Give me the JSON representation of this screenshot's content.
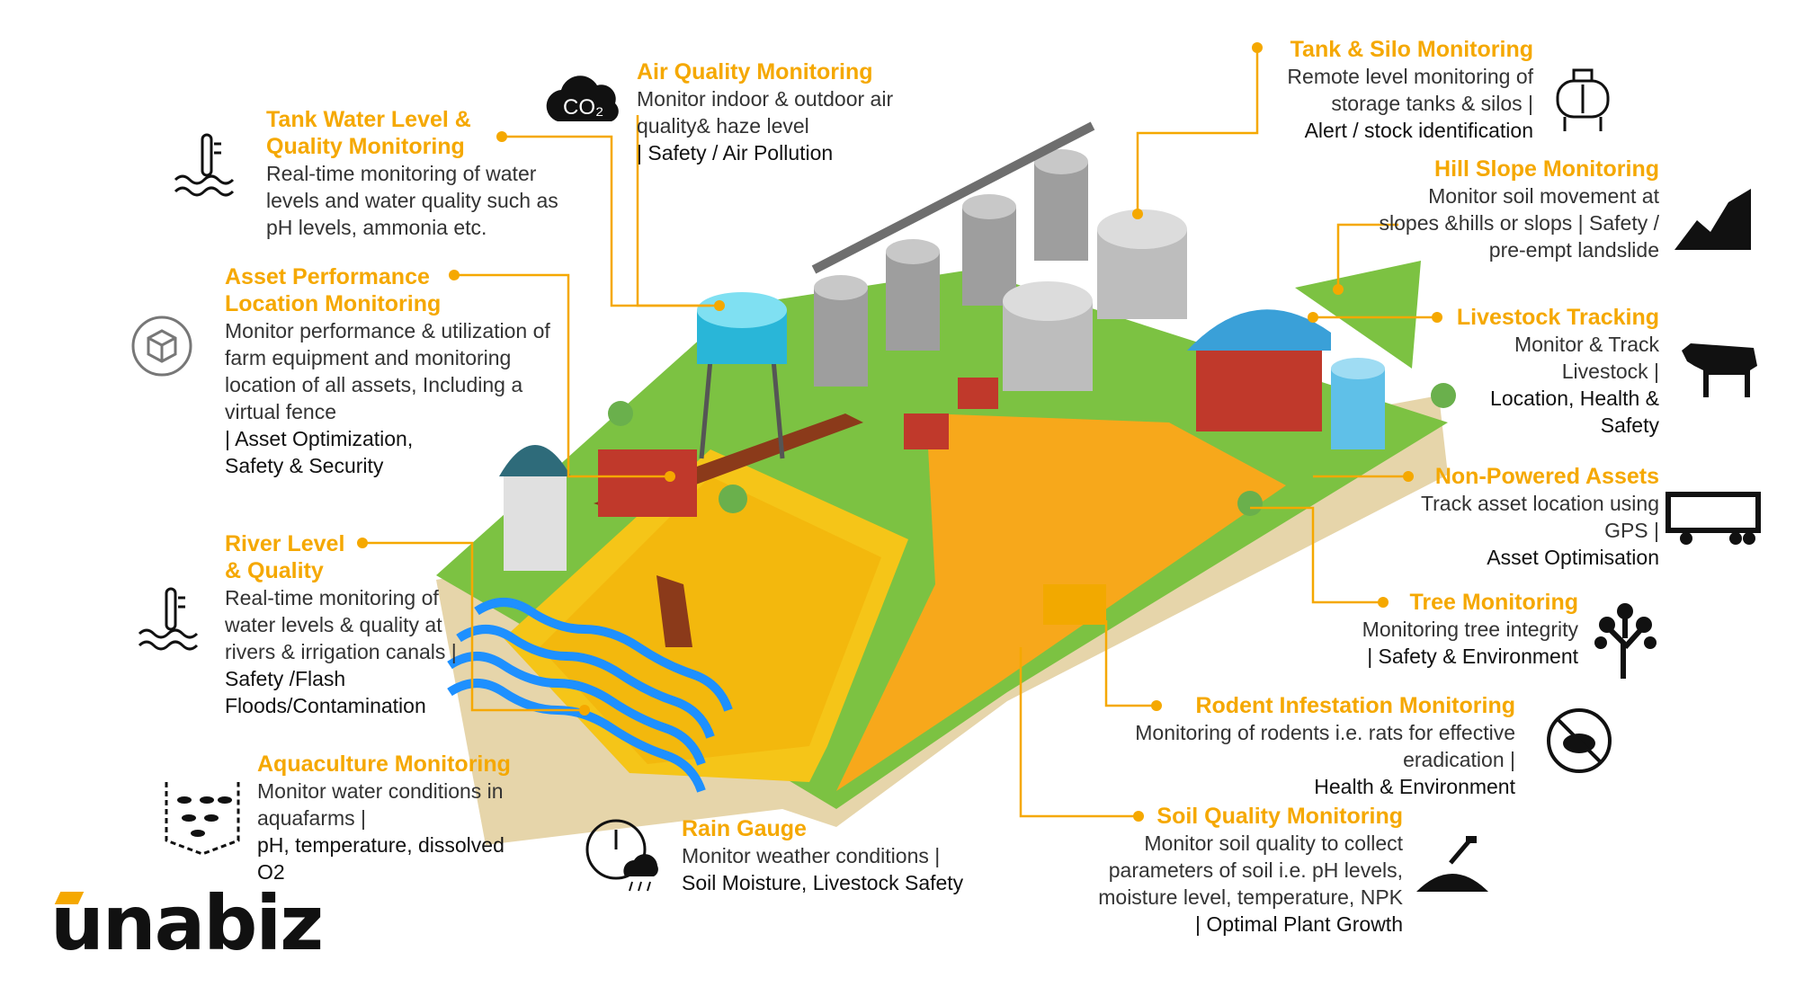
{
  "brand": {
    "name": "unabiz",
    "accent": "#f5a800"
  },
  "callouts": {
    "tank_water": {
      "title": "Tank Water Level & Quality Monitoring",
      "desc": "Real-time monitoring of water levels and water quality such as pH levels, ammonia etc.",
      "tag": "",
      "icon": "thermometer-water-icon"
    },
    "air_quality": {
      "title": "Air Quality Monitoring",
      "desc": "Monitor indoor & outdoor air quality& haze level",
      "tag": "| Safety / Air Pollution",
      "icon": "co2-cloud-icon"
    },
    "tank_silo": {
      "title": "Tank & Silo Monitoring",
      "desc": "Remote level monitoring of storage tanks & silos |",
      "tag": "Alert / stock identification",
      "icon": "silo-tank-icon"
    },
    "hill_slope": {
      "title": "Hill Slope Monitoring",
      "desc": "Monitor soil movement at slopes &hills or slops | Safety / pre-empt landslide",
      "tag": "",
      "icon": "mountain-icon"
    },
    "asset_perf": {
      "title": "Asset Performance Location Monitoring",
      "desc": "Monitor performance & utilization of farm equipment and monitoring location of all assets, Including a virtual fence",
      "tag": "| Asset  Optimization, Safety & Security",
      "icon": "asset-cube-icon"
    },
    "livestock": {
      "title": "Livestock Tracking",
      "desc": "Monitor & Track Livestock |",
      "tag": "Location, Health & Safety",
      "icon": "cow-icon"
    },
    "non_powered": {
      "title": "Non-Powered Assets",
      "desc": "Track asset location using GPS |",
      "tag": "Asset Optimisation",
      "icon": "trailer-icon"
    },
    "river": {
      "title": "River Level & Quality",
      "desc": "Real-time monitoring of water levels & quality at rivers & irrigation canals |",
      "tag": "Safety /Flash Floods/Contamination",
      "icon": "thermometer-water-icon"
    },
    "tree": {
      "title": "Tree Monitoring",
      "desc": "Monitoring tree integrity",
      "tag": "| Safety & Environment",
      "icon": "tree-icon"
    },
    "rodent": {
      "title": "Rodent Infestation Monitoring",
      "desc": "Monitoring of rodents i.e. rats for effective eradication |",
      "tag": "Health & Environment",
      "icon": "no-rodent-icon"
    },
    "aquaculture": {
      "title": "Aquaculture Monitoring",
      "desc": "Monitor water conditions in aquafarms |",
      "tag": "pH, temperature, dissolved O2",
      "icon": "fish-net-icon"
    },
    "rain": {
      "title": "Rain Gauge",
      "desc": "Monitor weather conditions |",
      "tag": "Soil Moisture, Livestock Safety",
      "icon": "rain-gauge-icon"
    },
    "soil": {
      "title": "Soil Quality Monitoring",
      "desc": "Monitor soil quality to collect parameters of soil i.e. pH levels, moisture level, temperature, NPK",
      "tag": "| Optimal Plant Growth",
      "icon": "soil-shovel-icon"
    }
  }
}
